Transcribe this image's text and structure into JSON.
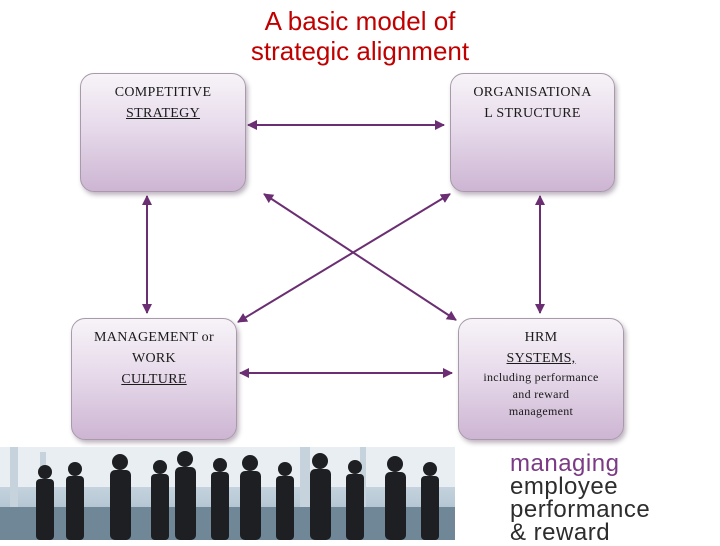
{
  "title": {
    "line1": "A basic model of",
    "line2": "strategic alignment"
  },
  "boxes": {
    "competitive": {
      "line1": "COMPETITIVE",
      "line2": "STRATEGY"
    },
    "organisation": {
      "line1": "ORGANISATIONA",
      "line2": "L STRUCTURE"
    },
    "management": {
      "line1": "MANAGEMENT or",
      "line2": "WORK",
      "line3": "CULTURE"
    },
    "hrm": {
      "line1": "HRM",
      "line2": "SYSTEMS,",
      "line3": "including performance",
      "line4": "and reward",
      "line5": "management"
    }
  },
  "brand": {
    "line1": "managing",
    "line2": "employee",
    "line3": "performance",
    "line4": "& reward"
  },
  "colors": {
    "title": "#c00000",
    "arrow": "#6b2e72",
    "brand_accent": "#7b3a86"
  }
}
